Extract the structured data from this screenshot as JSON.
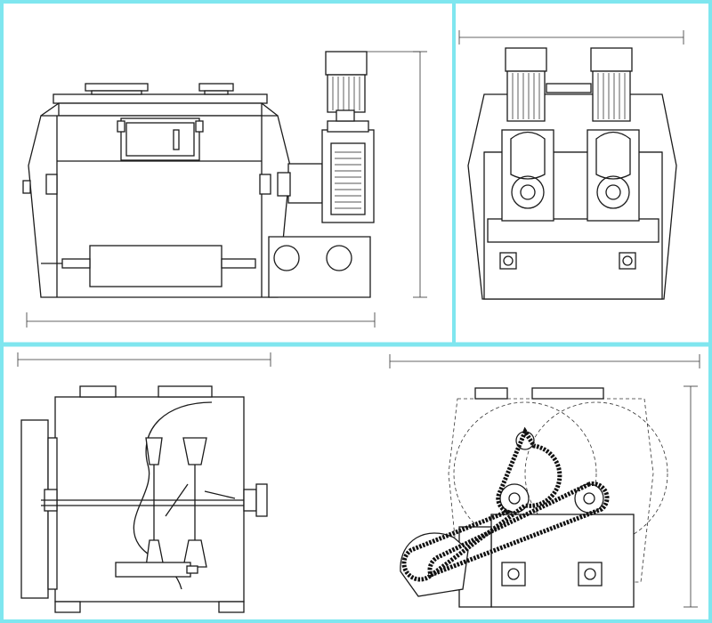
{
  "frame": {
    "border_color": "#7fe6ef",
    "line_color": "#1b1b1b",
    "paper_color": "#ffffff"
  },
  "views": [
    {
      "id": "front-view",
      "label": ""
    },
    {
      "id": "side-view",
      "label": ""
    },
    {
      "id": "cutaway-view",
      "label": ""
    },
    {
      "id": "chain-drive-view",
      "label": ""
    }
  ]
}
